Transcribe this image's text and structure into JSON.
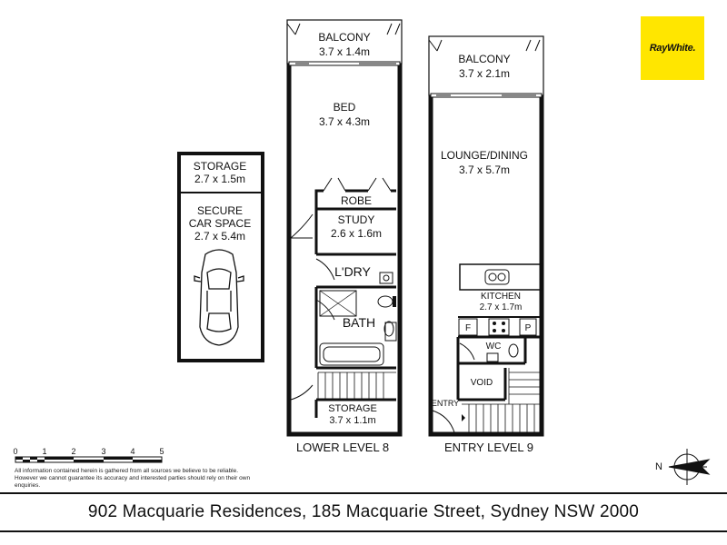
{
  "brand": {
    "logo_text": "RayWhite.",
    "accent_color": "#ffe600"
  },
  "car_space": {
    "storage": {
      "name": "STORAGE",
      "dims": "2.7 x 1.5m"
    },
    "car": {
      "line1": "SECURE",
      "line2": "CAR SPACE",
      "dims": "2.7 x 5.4m"
    }
  },
  "lower_level": {
    "title": "LOWER LEVEL 8",
    "balcony": {
      "name": "BALCONY",
      "dims": "3.7 x 1.4m"
    },
    "bed": {
      "name": "BED",
      "dims": "3.7 x 4.3m"
    },
    "robe": "ROBE",
    "study": {
      "name": "STUDY",
      "dims": "2.6 x 1.6m"
    },
    "laundry": "L'DRY",
    "bath": "BATH",
    "storage": {
      "name": "STORAGE",
      "dims": "3.7 x 1.1m"
    }
  },
  "entry_level": {
    "title": "ENTRY LEVEL 9",
    "balcony": {
      "name": "BALCONY",
      "dims": "3.7 x 2.1m"
    },
    "lounge": {
      "name": "LOUNGE/DINING",
      "dims": "3.7 x 5.7m"
    },
    "kitchen": {
      "name": "KITCHEN",
      "dims": "2.7 x 1.7m"
    },
    "fridge": "F",
    "pantry": "P",
    "wc": "WC",
    "void": "VOID",
    "entry": "ENTRY"
  },
  "scale_bar": {
    "ticks": [
      "0",
      "1",
      "2",
      "3",
      "4",
      "5"
    ]
  },
  "north_label": "N",
  "disclaimer": "All information contained herein is gathered from all sources we believe to be reliable. However we cannot guarantee its accuracy and interested parties should rely on their own enquiries.",
  "address": "902 Macquarie Residences, 185 Macquarie Street, Sydney NSW 2000"
}
